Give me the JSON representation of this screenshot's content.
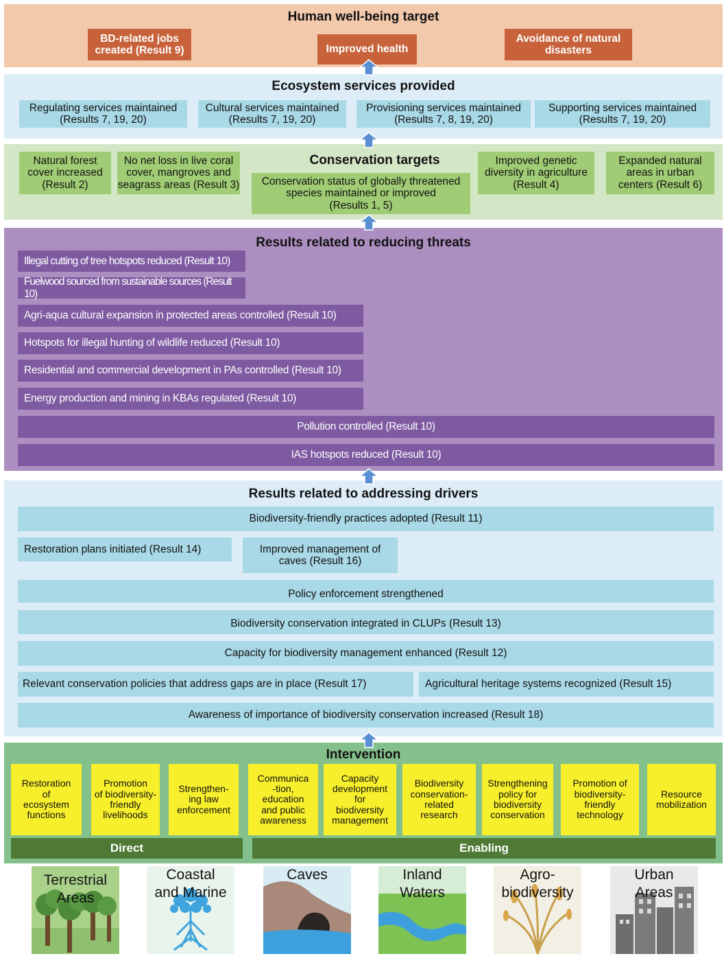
{
  "wellbeing": {
    "title": "Human well-being target",
    "items": [
      {
        "l1": "BD-related jobs",
        "l2": "created (Result 9)"
      },
      {
        "l1": "Improved health",
        "l2": ""
      },
      {
        "l1": "Avoidance of natural",
        "l2": "disasters"
      }
    ]
  },
  "ecosystem": {
    "title": "Ecosystem services provided",
    "items": [
      {
        "l1": "Regulating services maintained",
        "l2": "(Results 7, 19, 20)"
      },
      {
        "l1": "Cultural services maintained",
        "l2": "(Results 7, 19, 20)"
      },
      {
        "l1": "Provisioning services maintained",
        "l2": "(Results 7, 8, 19, 20)"
      },
      {
        "l1": "Supporting services maintained",
        "l2": "(Results 7, 19, 20)"
      }
    ]
  },
  "conservation": {
    "title": "Conservation targets",
    "items": [
      {
        "l1": "Natural forest",
        "l2": "cover increased",
        "l3": "(Result 2)"
      },
      {
        "l1": "No net loss in live coral",
        "l2": "cover, mangroves and",
        "l3": "seagrass areas (Result 3)"
      },
      {
        "l1": "Conservation status of globally threatened",
        "l2": "species maintained or improved",
        "l3": "(Results 1, 5)"
      },
      {
        "l1": "Improved genetic",
        "l2": "diversity in agriculture",
        "l3": "(Result 4)"
      },
      {
        "l1": "Expanded natural",
        "l2": "areas in urban",
        "l3": "centers (Result 6)"
      }
    ]
  },
  "threats": {
    "title": "Results related to reducing threats",
    "items": [
      "Illegal cutting of tree hotspots reduced (Result 10)",
      "Fuelwood sourced from sustainable sources (Result 10)",
      "Agri-aqua cultural expansion in protected areas controlled (Result 10)",
      "Hotspots for illegal hunting of wildlife reduced (Result 10)",
      "Residential and commercial development in PAs controlled (Result 10)",
      "Energy production and mining in KBAs regulated (Result 10)",
      "Pollution controlled (Result 10)",
      "IAS hotspots reduced (Result 10)"
    ]
  },
  "drivers": {
    "title": "Results related to addressing drivers",
    "practices": "Biodiversity-friendly practices adopted (Result 11)",
    "restoration": "Restoration plans initiated (Result 14)",
    "caves": {
      "l1": "Improved management of",
      "l2": "caves (Result 16)"
    },
    "policy": "Policy enforcement strengthened",
    "clups": "Biodiversity conservation integrated in CLUPs (Result 13)",
    "capacity": "Capacity for biodiversity management enhanced (Result 12)",
    "policies": "Relevant conservation policies that address gaps are in place (Result 17)",
    "heritage": "Agricultural heritage systems recognized (Result 15)",
    "awareness": "Awareness of importance of biodiversity conservation increased (Result 18)"
  },
  "intervention": {
    "title": "Intervention",
    "items": [
      [
        "Restoration",
        "of",
        "ecosystem",
        "functions"
      ],
      [
        "Promotion",
        "of biodiversity-",
        "friendly",
        "livelihoods"
      ],
      [
        "Strengthen-",
        "ing law",
        "enforcement"
      ],
      [
        "Communica",
        "-tion,",
        "education",
        "and public",
        "awareness"
      ],
      [
        "Capacity",
        "development",
        "for",
        "biodiversity",
        "management"
      ],
      [
        "Biodiversity",
        "conservation-",
        "related",
        "research"
      ],
      [
        "Strengthening",
        "policy for",
        "biodiversity",
        "conservation"
      ],
      [
        "Promotion of",
        "biodiversity-",
        "friendly",
        "technology"
      ],
      [
        "Resource",
        "mobilization"
      ]
    ],
    "direct_label": "Direct",
    "enabling_label": "Enabling"
  },
  "landscapes": [
    {
      "l1": "Terrestrial",
      "l2": "Areas",
      "icon": "trees-icon"
    },
    {
      "l1": "Coastal",
      "l2": "and Marine",
      "icon": "mangrove-icon"
    },
    {
      "l1": "Caves",
      "l2": "",
      "icon": "cave-icon"
    },
    {
      "l1": "Inland",
      "l2": "Waters",
      "icon": "river-icon"
    },
    {
      "l1": "Agro-",
      "l2": "biodiversity",
      "icon": "rice-icon"
    },
    {
      "l1": "Urban",
      "l2": "Areas",
      "icon": "city-icon"
    }
  ],
  "colors": {
    "wellbeing_band": "#f3c9ab",
    "wellbeing_box": "#c7623a",
    "ecosystem_band": "#dcedf7",
    "service_box": "#a9d8e6",
    "conservation_band": "#d3e6c5",
    "conservation_box": "#9fcc74",
    "threats_band": "#ac8fc0",
    "threat_box": "#7e5aa1",
    "drivers_band": "#dcedf7",
    "intervention_band": "#84c08b",
    "intervention_box": "#f7ef2b",
    "tag_green": "#4e7a35",
    "arrow": "#5b8fd4"
  }
}
